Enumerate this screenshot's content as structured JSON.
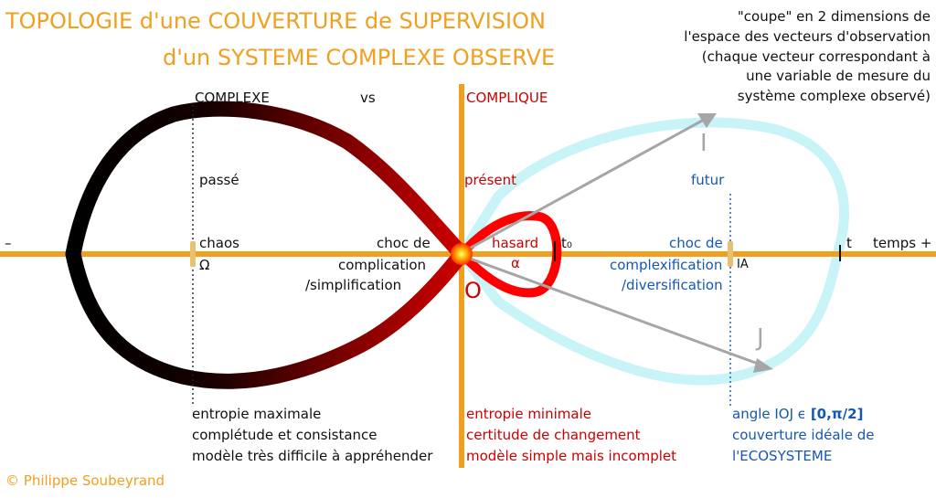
{
  "title": {
    "line1": "TOPOLOGIE d'une COUVERTURE de SUPERVISION",
    "line2": "d'un SYSTEME COMPLEXE OBSERVE"
  },
  "note": {
    "line1": "\"coupe\" en 2 dimensions de",
    "line2": "l'espace des vecteurs d'observation",
    "line3": "(chaque vecteur correspondant à",
    "line4": "une variable de mesure du",
    "line5": "système complexe observé)"
  },
  "top": {
    "complexe": "COMPLEXE",
    "vs": "vs",
    "complique": "COMPLIQUE"
  },
  "time": {
    "passe": "passé",
    "present": "présent",
    "futur": "futur"
  },
  "axis": {
    "minus": "–",
    "plus": "temps +",
    "t": "t",
    "t0": "t₀"
  },
  "left_labels": {
    "chaos": "chaos",
    "omega": "Ω",
    "choc_de": "choc de",
    "complication": "complication",
    "simplification": "/simplification"
  },
  "center_labels": {
    "hasard": "hasard",
    "alpha": "α",
    "origin": "O"
  },
  "right_labels": {
    "choc_de": "choc de",
    "complexification": "complexification",
    "diversification": "/diversification",
    "ia": "IA"
  },
  "vectors": {
    "i": "I",
    "j": "J"
  },
  "bottom_left": {
    "l1": "entropie maximale",
    "l2": "complétude et consistance",
    "l3": "modèle très difficile à appréhender"
  },
  "bottom_center": {
    "l1": "entropie minimale",
    "l2": "certitude de changement",
    "l3": "modèle simple mais incomplet"
  },
  "bottom_right": {
    "l1_prefix": "angle IOJ ϵ ",
    "l1_interval": "[0,π/2]",
    "l2": "couverture idéale de",
    "l3": "l'ECOSYSTEME"
  },
  "copyright": "© Philippe Soubeyrand",
  "colors": {
    "axis": "#f0a020",
    "left_loop_start": "#000000",
    "left_loop_end": "#cc0000",
    "small_loop": "#ff0000",
    "right_loop": "#c8f4f8",
    "vector": "#a6a6a6",
    "text_red": "#cc0000",
    "text_blue": "#1558b0"
  }
}
